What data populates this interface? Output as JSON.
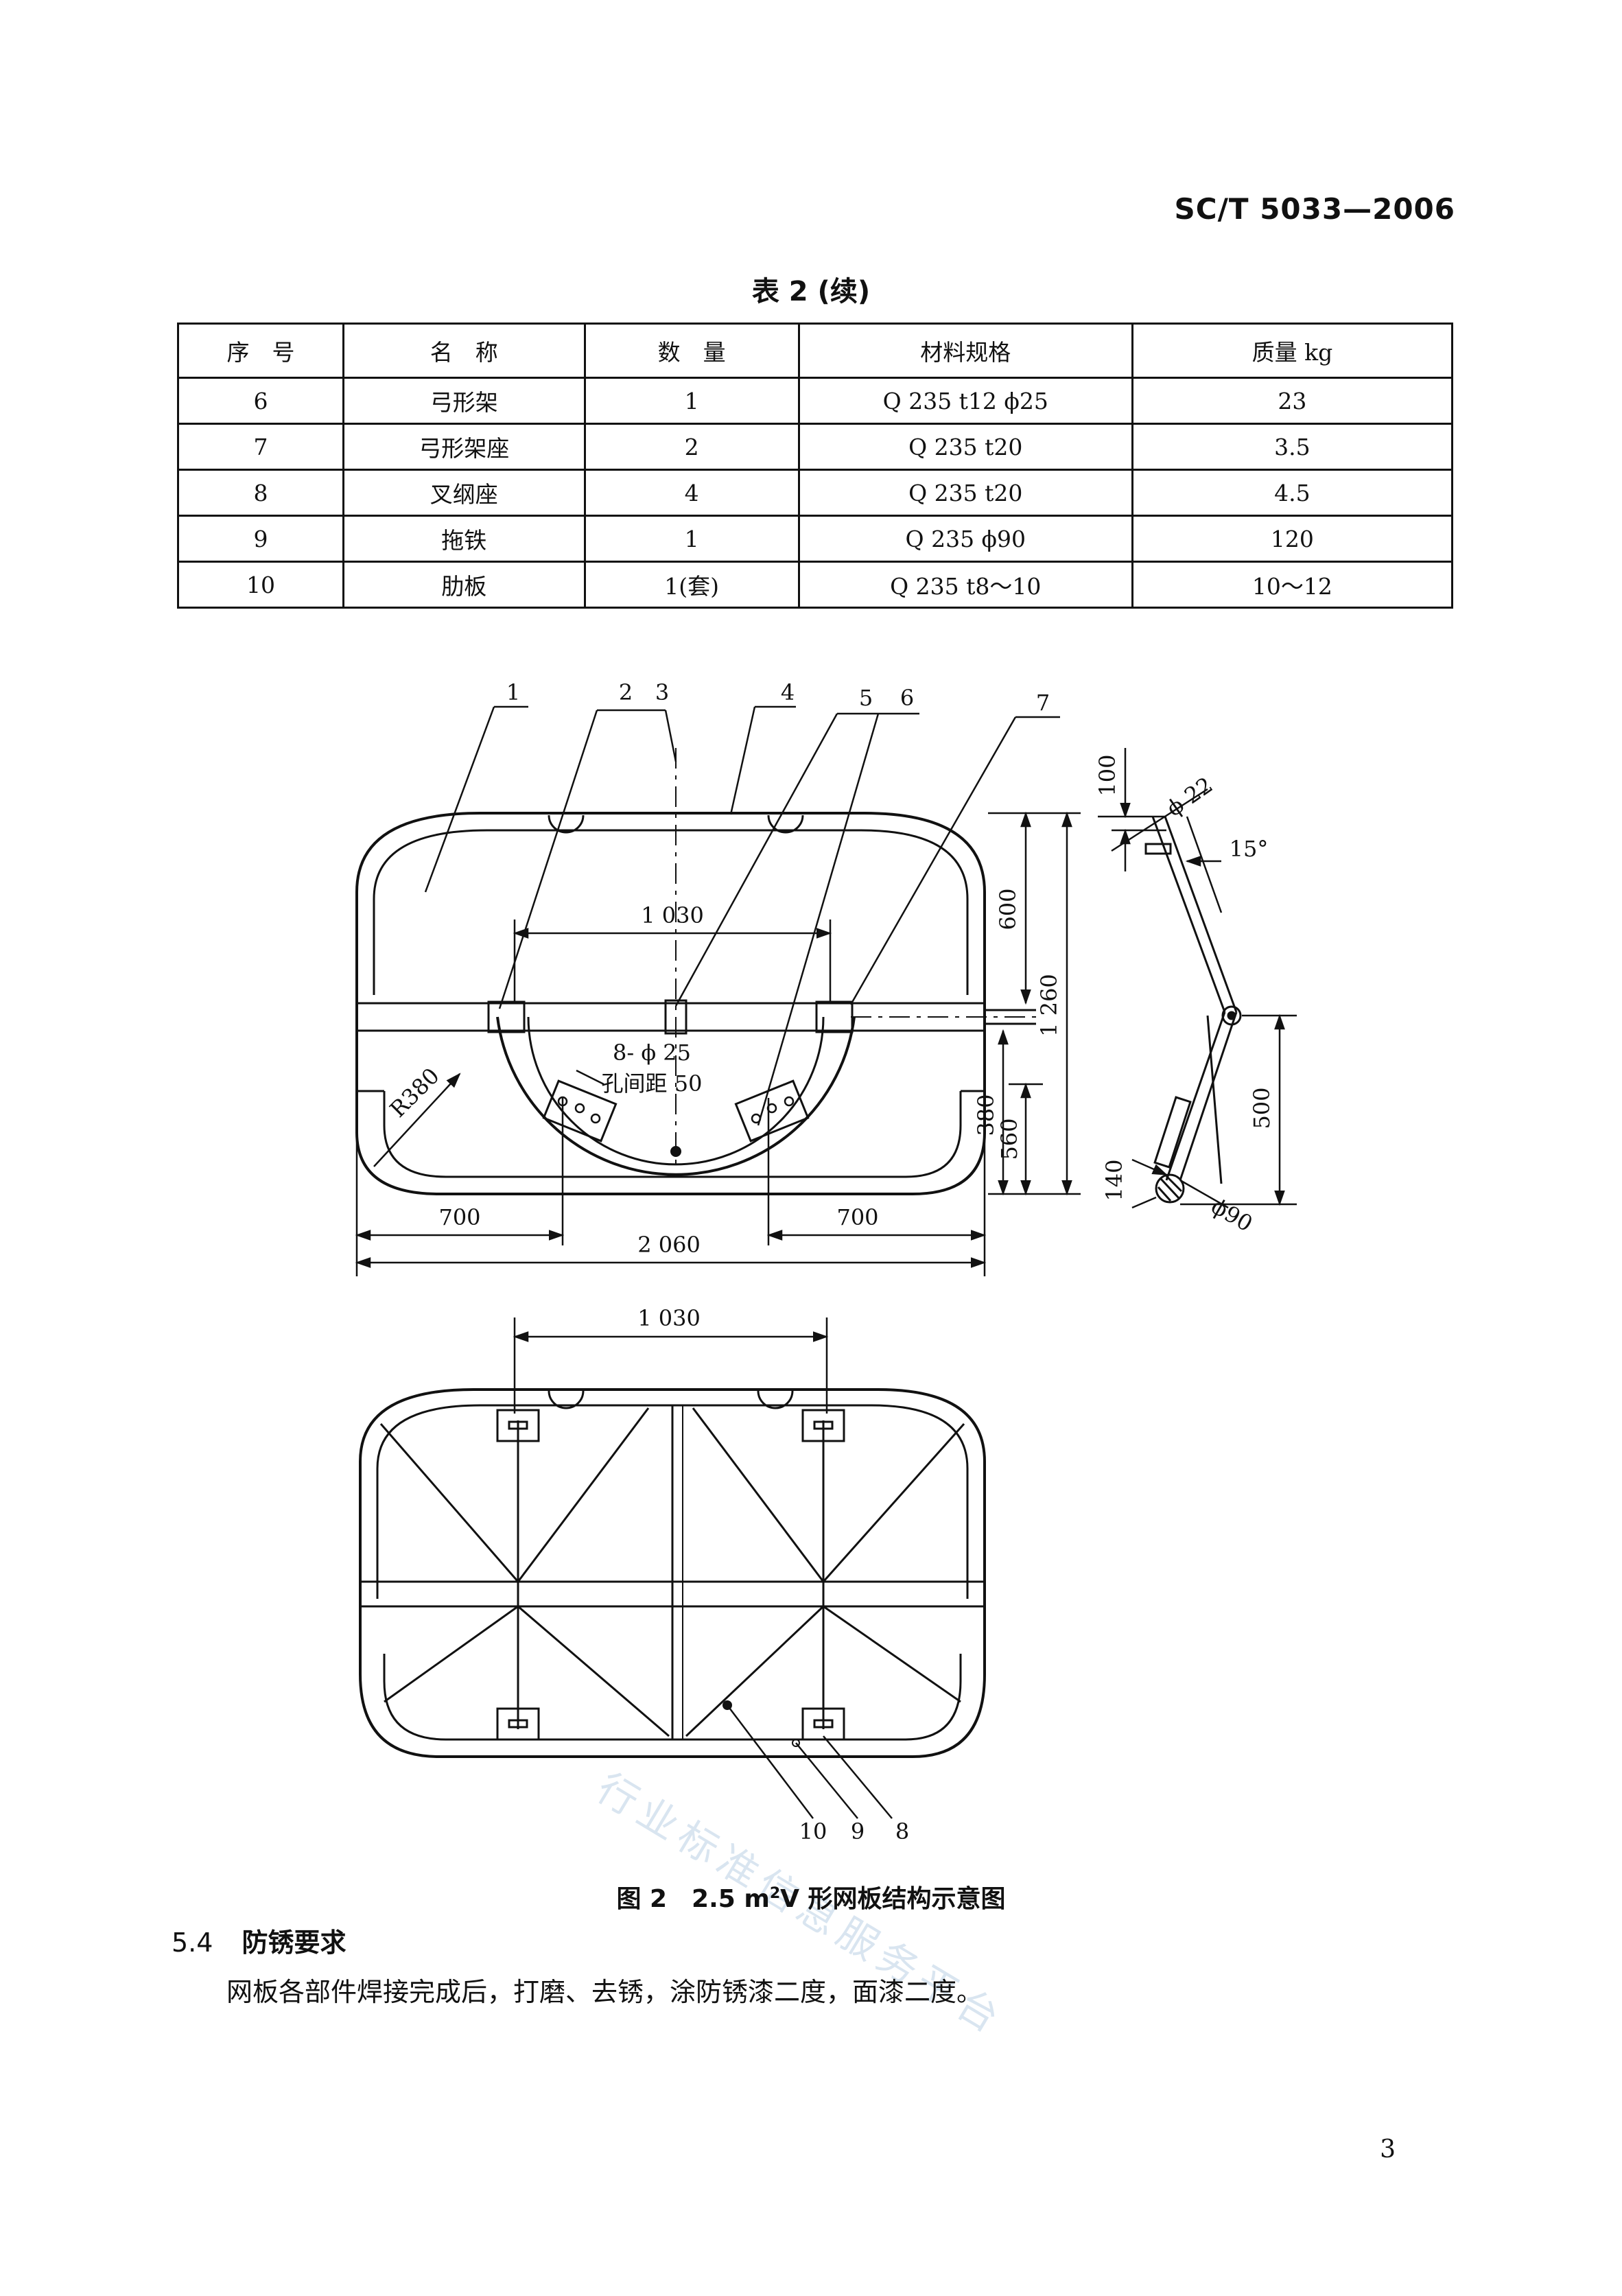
{
  "header": {
    "doc_code": "SC/T 5033—2006"
  },
  "table": {
    "title": "表 2 (续)",
    "columns": [
      "序　号",
      "名　称",
      "数　量",
      "材料规格",
      "质量 kg"
    ],
    "rows": [
      [
        "6",
        "弓形架",
        "1",
        "Q 235 t12 ϕ25",
        "23"
      ],
      [
        "7",
        "弓形架座",
        "2",
        "Q 235 t20",
        "3.5"
      ],
      [
        "8",
        "叉纲座",
        "4",
        "Q 235 t20",
        "4.5"
      ],
      [
        "9",
        "拖铁",
        "1",
        "Q 235 ϕ90",
        "120"
      ],
      [
        "10",
        "肋板",
        "1(套)",
        "Q 235 t8～10",
        "10～12"
      ]
    ]
  },
  "figure": {
    "callouts": [
      "1",
      "2",
      "3",
      "4",
      "5",
      "6",
      "7",
      "8",
      "9",
      "10"
    ],
    "dimensions": {
      "top_width": "1 030",
      "bottom_width": "1 030",
      "total_width": "2 060",
      "left_offset": "700",
      "right_offset": "700",
      "radius": "R380",
      "dim_600": "600",
      "dim_1260": "1 260",
      "dim_380": "380",
      "dim_560": "560",
      "holes": "8- ϕ 25",
      "hole_pitch": "孔间距 50",
      "side_100": "100",
      "side_phi22": "ϕ 22",
      "side_angle": "15°",
      "side_500": "500",
      "side_140": "140",
      "side_phi90": "ϕ90"
    },
    "caption_prefix": "图 2　2.5 m",
    "caption_sup": "2",
    "caption_suffix": "V 形网板结构示意图"
  },
  "section": {
    "number": "5.4",
    "title": "防锈要求",
    "body": "网板各部件焊接完成后，打磨、去锈，涂防锈漆二度，面漆二度。"
  },
  "page_number": "3",
  "watermark": "行业标准信息服务平台"
}
